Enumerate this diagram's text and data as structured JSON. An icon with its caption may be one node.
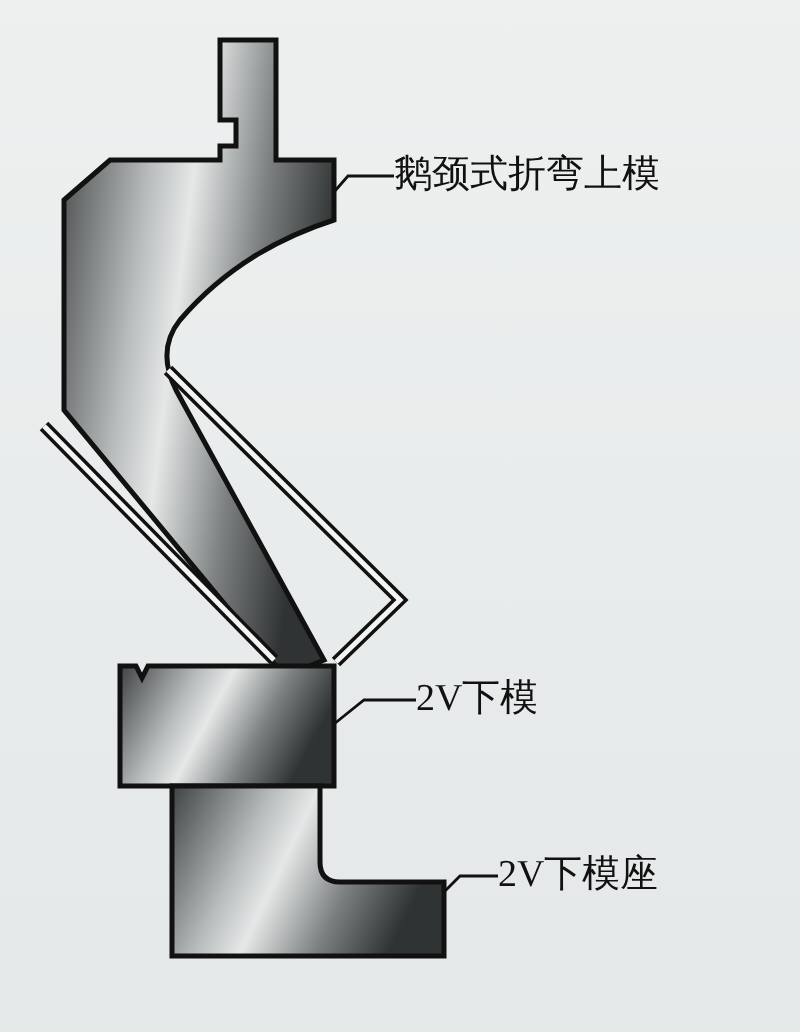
{
  "diagram": {
    "nodes": [
      {
        "text": [
          "鹅颈式折弯上模"
        ]
      },
      {
        "text": [],
        "shape": "picture"
      },
      {
        "text": [
          "2V下模"
        ]
      },
      {
        "text": [],
        "shape": "picture"
      },
      {
        "text": [
          "2V下模座"
        ]
      },
      {
        "text": [],
        "shape": "picture"
      }
    ],
    "edges": [
      {
        "from": 0,
        "to": 1,
        "arrow": "none"
      },
      {
        "from": 2,
        "to": 3,
        "arrow": "none"
      },
      {
        "from": 4,
        "to": 5,
        "arrow": "none"
      }
    ]
  }
}
